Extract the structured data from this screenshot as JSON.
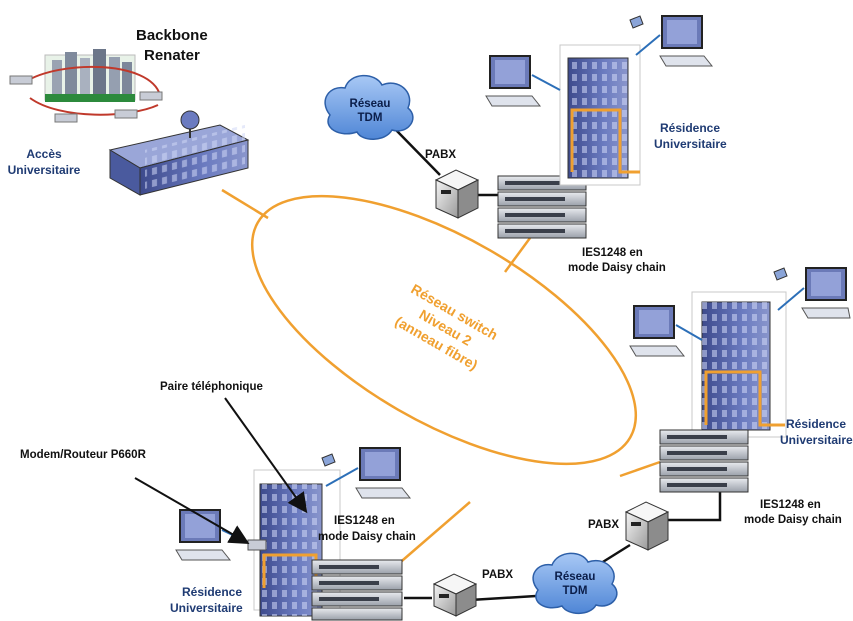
{
  "backbone": {
    "line1": "Backbone",
    "line2": "Renater"
  },
  "access": {
    "line1": "Accès",
    "line2": "Universitaire"
  },
  "center": {
    "line1": "Réseau switch",
    "line2": "Niveau 2",
    "line3": "(anneau fibre)"
  },
  "sites": {
    "top": {
      "cloud_l1": "Réseau",
      "cloud_l2": "TDM",
      "pabx": "PABX",
      "residence_l1": "Résidence",
      "residence_l2": "Universitaire",
      "ies_l1": "IES1248 en",
      "ies_l2": "mode Daisy chain"
    },
    "right": {
      "residence_l1": "Résidence",
      "residence_l2": "Universitaire",
      "ies_l1": "IES1248 en",
      "ies_l2": "mode Daisy chain",
      "pabx": "PABX"
    },
    "bottom": {
      "cloud_l1": "Réseau",
      "cloud_l2": "TDM",
      "pabx": "PABX",
      "residence_l1": "Résidence",
      "residence_l2": "Universitaire",
      "ies_l1": "IES1248 en",
      "ies_l2": "mode Daisy chain"
    }
  },
  "annotations": {
    "pair": "Paire téléphonique",
    "modem": "Modem/Routeur P660R"
  },
  "colors": {
    "fiber": "#f0a030",
    "label_blue": "#1f3b73",
    "building": "#5a68a8",
    "cloud": "#5a8fd8"
  }
}
